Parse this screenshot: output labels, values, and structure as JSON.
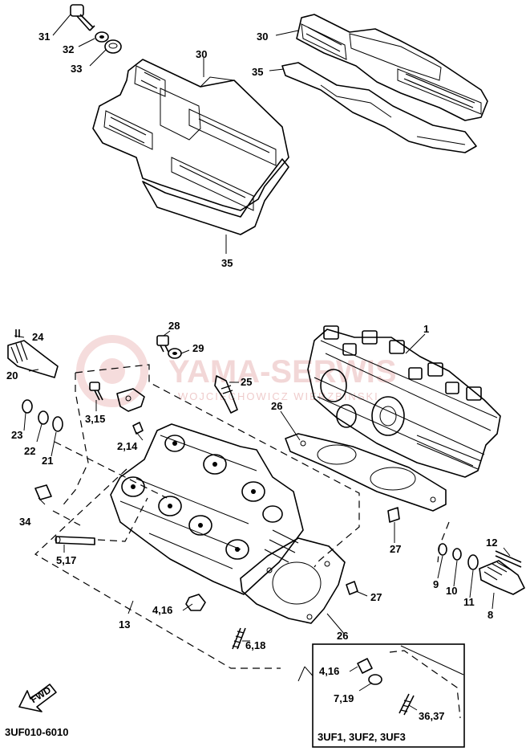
{
  "watermark": {
    "main": "YAMA-SERWIS",
    "sub": "WOJCIECHOWICZ WIERZBINSKI"
  },
  "labels": {
    "l1": "1",
    "l3_15": "3,15",
    "l2_14": "2,14",
    "l4_16": "4,16",
    "l4_16_inset": "4,16",
    "l5_17": "5,17",
    "l6_18": "6,18",
    "l7_19": "7,19",
    "l8": "8",
    "l9": "9",
    "l10": "10",
    "l11": "11",
    "l12": "12",
    "l13": "13",
    "l20": "20",
    "l21": "21",
    "l22": "22",
    "l23": "23",
    "l24": "24",
    "l25": "25",
    "l26a": "26",
    "l26b": "26",
    "l27a": "27",
    "l27b": "27",
    "l28": "28",
    "l29": "29",
    "l30a": "30",
    "l30b": "30",
    "l31": "31",
    "l32": "32",
    "l33": "33",
    "l34": "34",
    "l35a": "35",
    "l35b": "35",
    "l36_37": "36,37"
  },
  "inset_caption": "3UF1, 3UF2, 3UF3",
  "fwd_text": "FWD",
  "diagram_code": "3UF010-6010",
  "icons": [
    "fwd-arrow-icon"
  ]
}
